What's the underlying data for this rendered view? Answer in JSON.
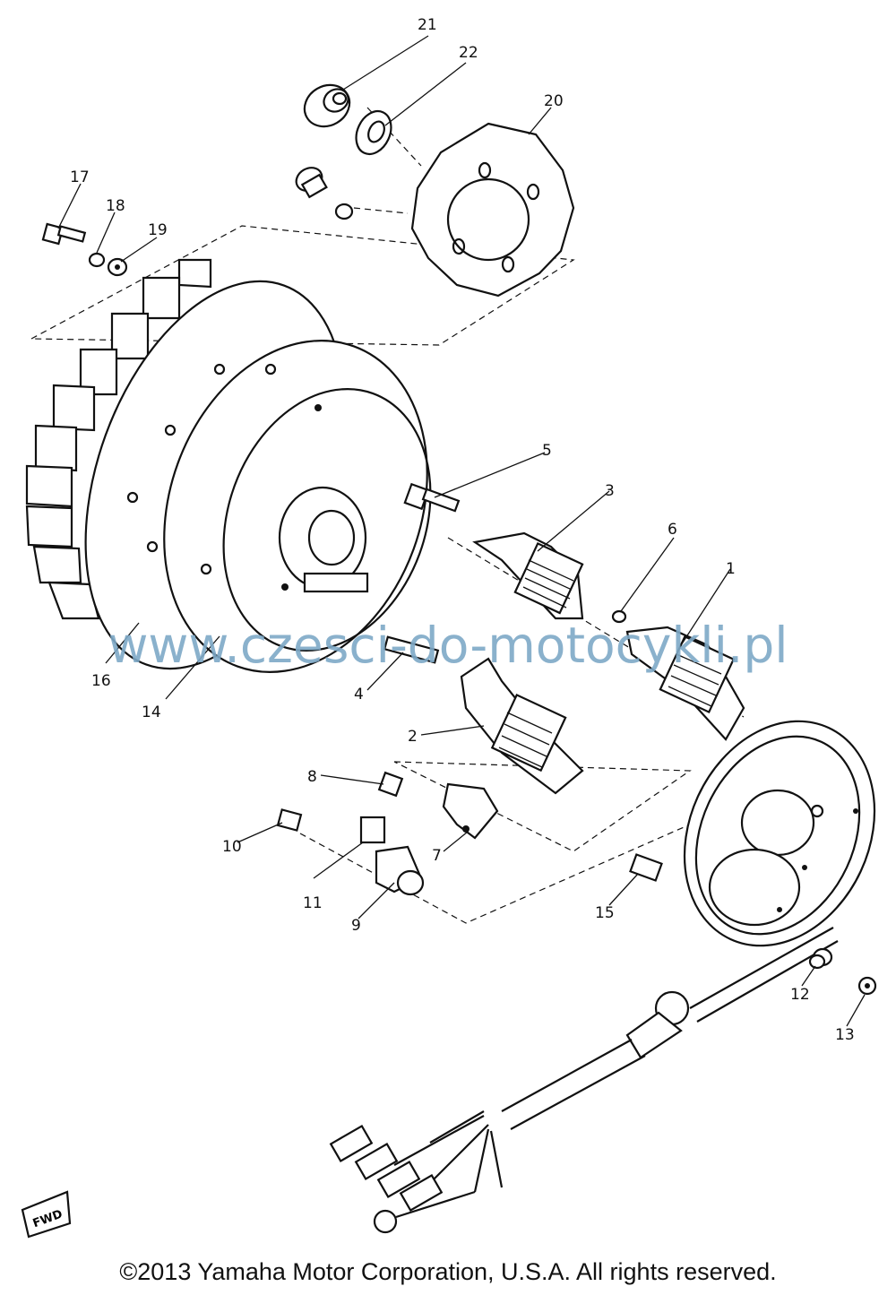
{
  "watermark": "www.czesci-do-motocykli.pl",
  "copyright": "©2013 Yamaha Motor Corporation, U.S.A. All rights reserved.",
  "front_marker": "FWD",
  "callouts": [
    {
      "id": "1",
      "label": "1"
    },
    {
      "id": "2",
      "label": "2"
    },
    {
      "id": "3",
      "label": "3"
    },
    {
      "id": "4",
      "label": "4"
    },
    {
      "id": "5",
      "label": "5"
    },
    {
      "id": "6",
      "label": "6"
    },
    {
      "id": "7",
      "label": "7"
    },
    {
      "id": "8",
      "label": "8"
    },
    {
      "id": "9",
      "label": "9"
    },
    {
      "id": "10",
      "label": "10"
    },
    {
      "id": "11",
      "label": "11"
    },
    {
      "id": "12",
      "label": "12"
    },
    {
      "id": "13",
      "label": "13"
    },
    {
      "id": "14",
      "label": "14"
    },
    {
      "id": "15",
      "label": "15"
    },
    {
      "id": "16",
      "label": "16"
    },
    {
      "id": "17",
      "label": "17"
    },
    {
      "id": "18",
      "label": "18"
    },
    {
      "id": "19",
      "label": "19"
    },
    {
      "id": "20",
      "label": "20"
    },
    {
      "id": "21",
      "label": "21"
    },
    {
      "id": "22",
      "label": "22"
    }
  ]
}
